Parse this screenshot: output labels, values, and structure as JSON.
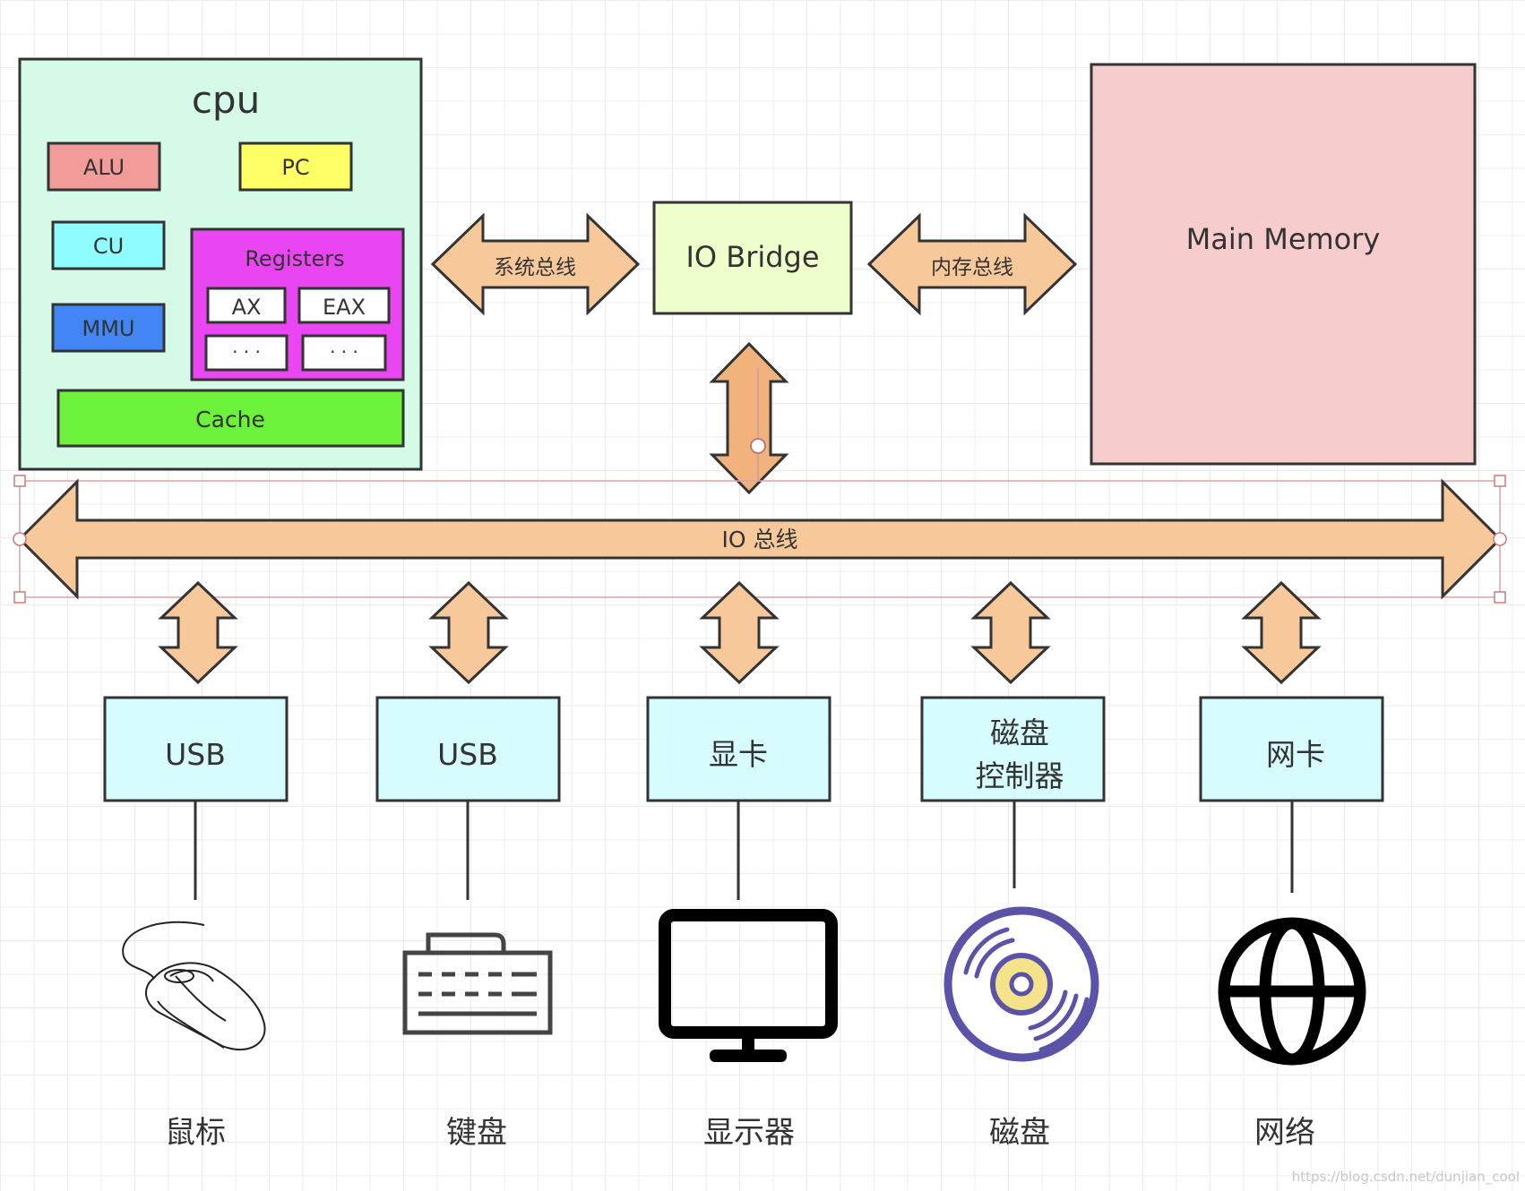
{
  "cpu": {
    "title": "cpu",
    "alu": "ALU",
    "pc": "PC",
    "cu": "CU",
    "mmu": "MMU",
    "registers": {
      "title": "Registers",
      "cells": [
        "AX",
        "EAX",
        "· · ·",
        "· · ·"
      ]
    },
    "cache": "Cache"
  },
  "system_bus": "系统总线",
  "io_bridge": "IO Bridge",
  "memory_bus": "内存总线",
  "main_memory": "Main Memory",
  "io_bus": "IO 总线",
  "controllers": [
    {
      "line1": "USB",
      "line2": ""
    },
    {
      "line1": "USB",
      "line2": ""
    },
    {
      "line1": "显卡",
      "line2": ""
    },
    {
      "line1": "磁盘",
      "line2": "控制器"
    },
    {
      "line1": "网卡",
      "line2": ""
    }
  ],
  "devices": [
    {
      "icon": "mouse-icon",
      "label": "鼠标"
    },
    {
      "icon": "keyboard-icon",
      "label": "键盘"
    },
    {
      "icon": "monitor-icon",
      "label": "显示器"
    },
    {
      "icon": "disk-icon",
      "label": "磁盘"
    },
    {
      "icon": "globe-icon",
      "label": "网络"
    }
  ],
  "watermark": "https://blog.csdn.net/dunjian_cool",
  "colors": {
    "cpu_bg": "#d5fbe8",
    "alu": "#f29c9a",
    "pc": "#ffff66",
    "cu": "#8ffdfd",
    "mmu": "#4285f4",
    "registers": "#e945f2",
    "cache": "#6cf23a",
    "io_bridge": "#eeffcc",
    "main_memory": "#f6cccc",
    "arrow": "#f7c89a",
    "arrow_dark": "#f2b27b",
    "controller": "#d6fcfd",
    "disk": "#5b53a8",
    "disk_center": "#f5e38a"
  }
}
